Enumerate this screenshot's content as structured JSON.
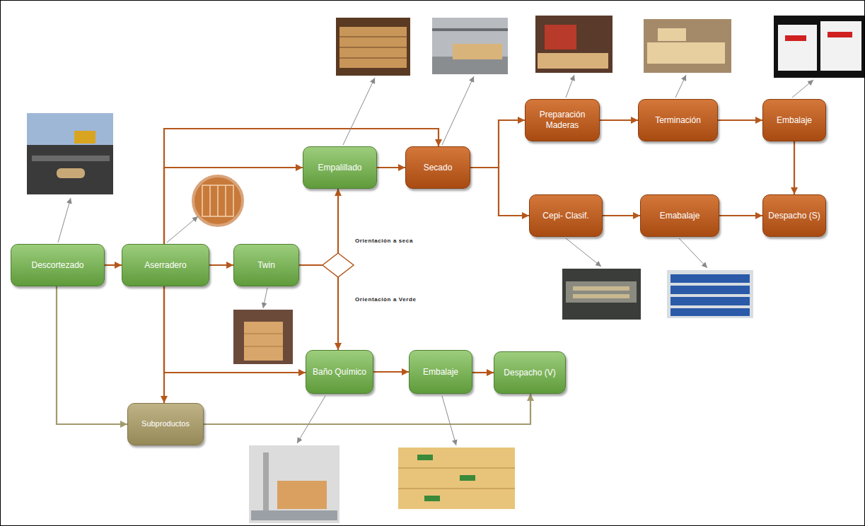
{
  "diagram": {
    "nodes": [
      {
        "text": [
          "Preparación Maderas"
        ]
      },
      {
        "text": [
          "Terminación"
        ]
      },
      {
        "text": [
          "Embalaje"
        ]
      },
      {
        "text": [
          "Empalillado"
        ]
      },
      {
        "text": [
          "Secado"
        ]
      },
      {
        "text": [
          "Cepi- Clasif."
        ]
      },
      {
        "text": [
          "Emabalaje"
        ]
      },
      {
        "text": [
          "Despacho (S)"
        ]
      },
      {
        "text": [
          "Descortezado"
        ]
      },
      {
        "text": [
          "Aserradero"
        ]
      },
      {
        "text": [
          "Twin"
        ]
      },
      {
        "text": [
          "Baño Químico"
        ]
      },
      {
        "text": [
          "Embalaje"
        ]
      },
      {
        "text": [
          "Despacho (V)"
        ]
      },
      {
        "text": [
          "Subproductos"
        ]
      }
    ],
    "edges": [
      {
        "from": 8,
        "to": 9,
        "arrow": "to"
      },
      {
        "from": 8,
        "to": 14,
        "arrow": "to"
      },
      {
        "from": 9,
        "to": 10,
        "arrow": "to"
      },
      {
        "from": 9,
        "to": 4,
        "arrow": "to"
      },
      {
        "from": 9,
        "to": 3,
        "arrow": "to"
      },
      {
        "from": 9,
        "to": 11,
        "arrow": "to"
      },
      {
        "from": 9,
        "to": 14,
        "arrow": "to"
      },
      {
        "from": 10,
        "to": 3,
        "label": "Orientación a seca",
        "arrow": "to"
      },
      {
        "from": 10,
        "to": 11,
        "label": "Orientación a Verde",
        "arrow": "to"
      },
      {
        "from": 3,
        "to": 4,
        "arrow": "to"
      },
      {
        "from": 4,
        "to": 0,
        "arrow": "to"
      },
      {
        "from": 4,
        "to": 5,
        "arrow": "to"
      },
      {
        "from": 0,
        "to": 1,
        "arrow": "to"
      },
      {
        "from": 1,
        "to": 2,
        "arrow": "to"
      },
      {
        "from": 2,
        "to": 7,
        "arrow": "to"
      },
      {
        "from": 5,
        "to": 6,
        "arrow": "to"
      },
      {
        "from": 6,
        "to": 7,
        "arrow": "to"
      },
      {
        "from": 11,
        "to": 12,
        "arrow": "to"
      },
      {
        "from": 12,
        "to": 13,
        "arrow": "to"
      },
      {
        "from": 14,
        "to": 13,
        "arrow": "to"
      }
    ]
  }
}
